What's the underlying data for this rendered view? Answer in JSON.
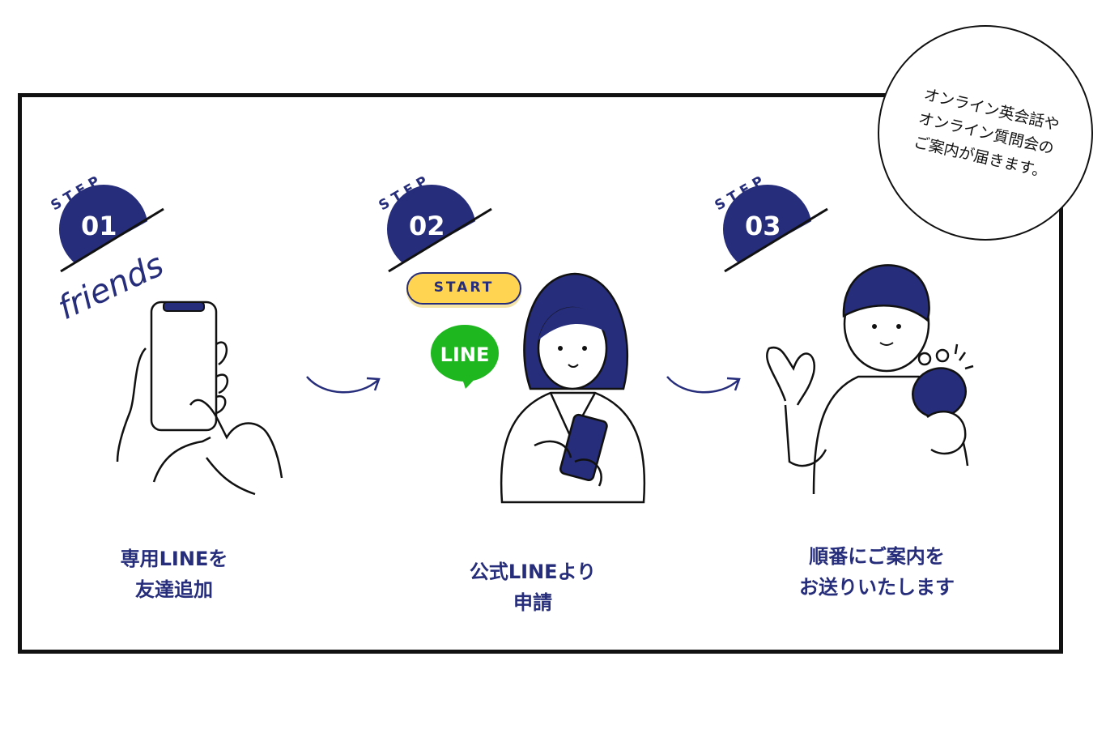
{
  "steps": [
    {
      "step_label": "STEP",
      "number": "01",
      "caption_line1": "専用LINEを",
      "caption_line2": "友達追加",
      "decoration_text": "friends"
    },
    {
      "step_label": "STEP",
      "number": "02",
      "caption_line1": "公式LINEより",
      "caption_line2": "申請",
      "start_button": "START",
      "line_logo": "LINE"
    },
    {
      "step_label": "STEP",
      "number": "03",
      "caption_line1": "順番にご案内を",
      "caption_line2": "お送りいたします"
    }
  ],
  "bubble": {
    "line1": "オンライン英会話や",
    "line2": "オンライン質問会の",
    "line3": "ご案内が届きます。"
  },
  "colors": {
    "navy": "#262d7a",
    "line_green": "#1fb71f",
    "start_yellow": "#ffd451"
  }
}
